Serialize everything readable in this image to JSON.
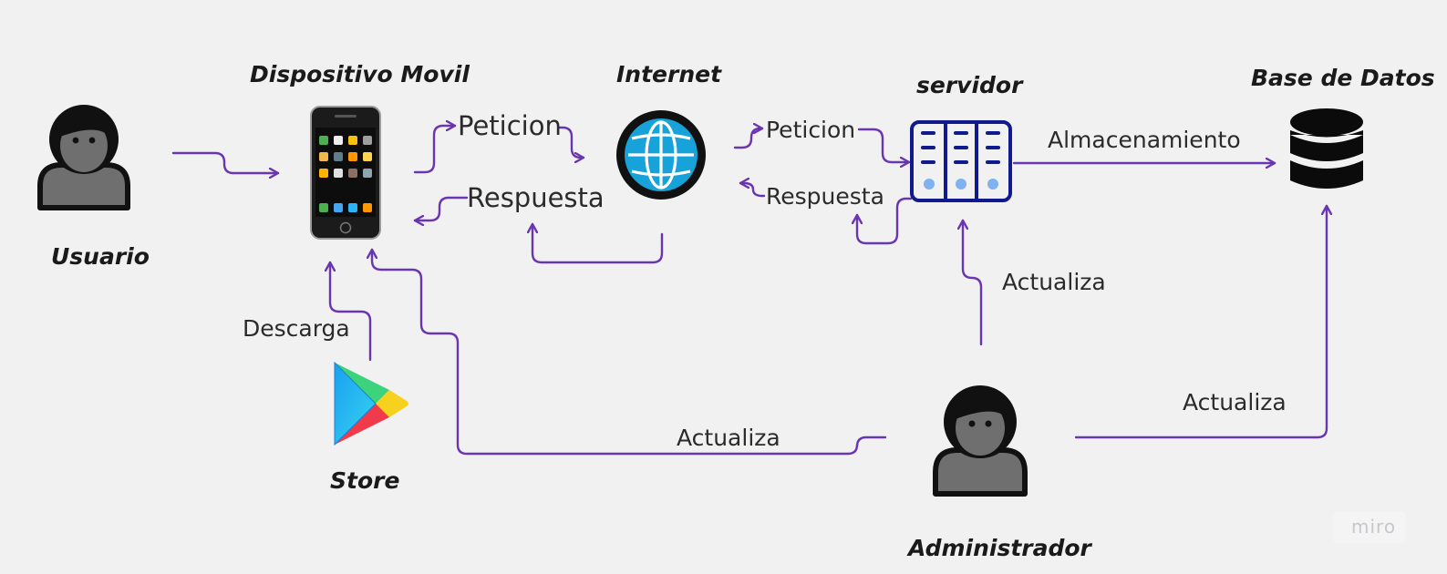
{
  "nodes": {
    "usuario": {
      "label": "Usuario",
      "icon": "person-icon"
    },
    "dispositivo": {
      "label": "Dispositivo Movil",
      "icon": "smartphone-icon"
    },
    "internet": {
      "label": "Internet",
      "icon": "globe-icon"
    },
    "servidor": {
      "label": "servidor",
      "icon": "server-icon"
    },
    "base_datos": {
      "label": "Base de Datos",
      "icon": "database-icon"
    },
    "store": {
      "label": "Store",
      "icon": "play-store-icon"
    },
    "administrador": {
      "label": "Administrador",
      "icon": "person-icon"
    }
  },
  "edges": {
    "peticion_1": "Peticion",
    "respuesta_1": "Respuesta",
    "peticion_2": "Peticion",
    "respuesta_2": "Respuesta",
    "almacenamiento": "Almacenamiento",
    "descarga": "Descarga",
    "actualiza_servidor": "Actualiza",
    "actualiza_dispositivo": "Actualiza",
    "actualiza_db": "Actualiza"
  },
  "watermark": "miro",
  "colors": {
    "background": "#f2f1f2",
    "connector": "#6a35b0",
    "server": "#101a8c",
    "globe": "#17a3d9",
    "person": "#6f6f6f"
  }
}
